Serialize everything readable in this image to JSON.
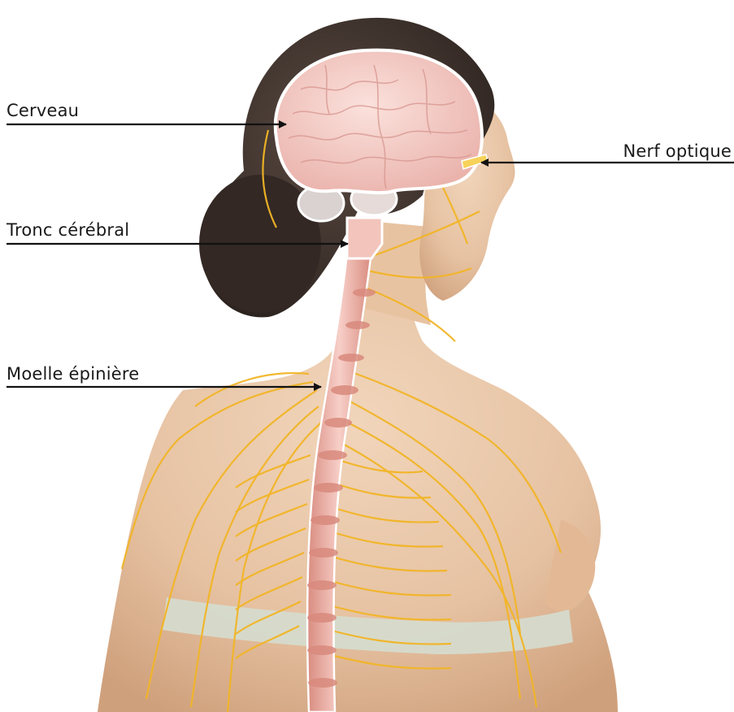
{
  "labels": {
    "brain": "Cerveau",
    "brainstem": "Tronc cérébral",
    "spinal_cord": "Moelle épinière",
    "optic_nerve": "Nerf optique"
  },
  "colors": {
    "background": "#ffffff",
    "skin": "#e8c6a6",
    "hair": "#3b302b",
    "brain": "#f3c6c0",
    "spinal_cord": "#e7a59a",
    "nerves": "#f2b526",
    "bra_band": "#d5ddcf",
    "label_line": "#111111"
  }
}
